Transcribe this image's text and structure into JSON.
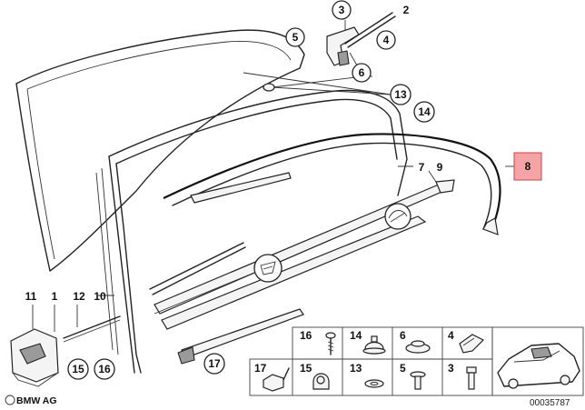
{
  "callouts": {
    "c1": "1",
    "c2": "2",
    "c3": "3",
    "c4": "4",
    "c5": "5",
    "c6": "6",
    "c7": "7",
    "c8": "8",
    "c9": "9",
    "c10": "10",
    "c11": "11",
    "c12": "12",
    "c13": "13",
    "c14": "14",
    "c15": "15",
    "c16": "16",
    "c17": "17"
  },
  "highlighted_part": "8",
  "parts_grid": {
    "row1": [
      "16",
      "14",
      "6",
      "4"
    ],
    "row2": [
      "17",
      "15",
      "13",
      "5",
      "3"
    ]
  },
  "footer": {
    "logo_text": "BMW AG",
    "reference": "00035787"
  },
  "colors": {
    "highlight": "#f4a3a6",
    "line": "#222222"
  }
}
